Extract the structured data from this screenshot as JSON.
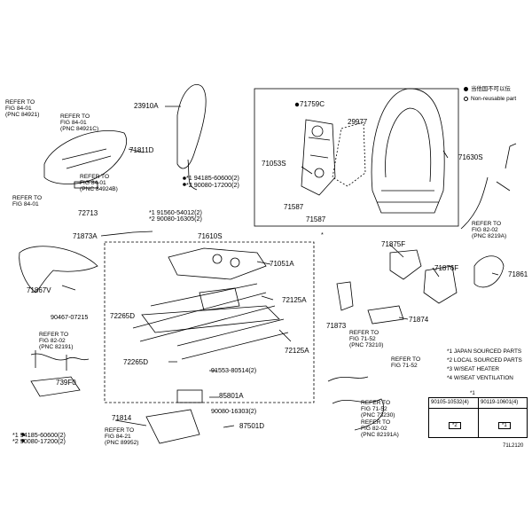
{
  "legend": {
    "dot_label": "当他国不可以伝",
    "star_label": "Non-reusable part"
  },
  "notes": [
    "*1 JAPAN SOURCED PARTS",
    "*2 LOCAL SOURCED PARTS",
    "*3 W/SEAT HEATER",
    "*4 W/SEAT VENTILATION"
  ],
  "table": {
    "mark": "*1",
    "col1": "90105-10532(4)",
    "col2": "90119-10601(4)",
    "note1": "*2",
    "note2": "*1"
  },
  "figure_code": "71L2120",
  "parts": {
    "p71811D": "71811D",
    "p23910A": "23910A",
    "p71759C": "71759C",
    "p29977": "29977",
    "p71053S": "71053S",
    "p71630S": "71630S",
    "p71587a": "71587",
    "p71587b": "71587",
    "p72713": "72713",
    "p71873A": "71873A",
    "p71610S": "71610S",
    "p71051A": "71051A",
    "p71867V": "71867V",
    "p72265D_a": "72265D",
    "p72125A_a": "72125A",
    "p72125A_b": "72125A",
    "p72265D_b": "72265D",
    "p85801A": "85801A",
    "p71814": "71814",
    "p87501D": "87501D",
    "p739F0": "739F0",
    "p71875F": "71875F",
    "p71876F": "71876F",
    "p71861": "71861",
    "p71873": "71873",
    "p71874": "71874",
    "p90467": "90467-07215"
  },
  "fasteners": {
    "f1": "*1 94185-60600(2)",
    "f2": "*2 90080-17200(2)",
    "f3": "*1 91560-54012(2)",
    "f4": "*2 90080-16305(2)",
    "f5": "91553-80514(2)",
    "f6": "90080-16303(2)",
    "f7": "*1 94185-60600(2)",
    "f8": "*2 90080-17200(2)",
    "star": "*"
  },
  "refs": {
    "r1": "REFER TO\nFIG 84-01\n(PNC 84921)",
    "r2": "REFER TO\nFIG 84-01\n(PNC 84921C)",
    "r3": "REFER TO\nFIG 84-01\n(PNC 84924B)",
    "r4": "REFER TO\nFIG 84-01",
    "r5": "REFER TO\nFIG 82-02\n(PNC 8219A)",
    "r6": "REFER TO\nFIG 82-02\n(PNC 82191)",
    "r7": "REFER TO\nFIG 71-52\n(PNC 73210)",
    "r8": "REFER TO\nFIG 71-52",
    "r9": "REFER TO\nFIG 71-52\n(PNC 73230)",
    "r10": "REFER TO\nFIG 82-02\n(PNC 82191A)",
    "r11": "REFER TO\nFIG 84-21\n(PNC 89952)"
  }
}
